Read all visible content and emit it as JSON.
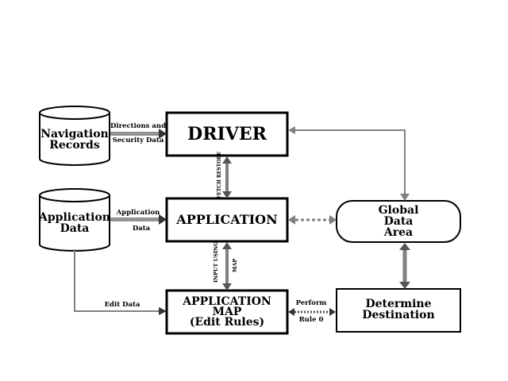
{
  "stores": {
    "navigation": [
      "Navigation",
      "Records"
    ],
    "application": [
      "Application",
      "Data"
    ]
  },
  "boxes": {
    "driver": "DRIVER",
    "application": "APPLICATION",
    "app_map": [
      "APPLICATION",
      "MAP",
      "(Edit  Rules)"
    ],
    "global": [
      "Global",
      "Data",
      "Area"
    ],
    "determine": [
      "Determine",
      "Destination"
    ]
  },
  "flows": {
    "directions": [
      "Directions and",
      "Security Data"
    ],
    "app_data": [
      "Application",
      "Data"
    ],
    "edit_data": "Edit Data",
    "fetch_restore": "FETCH RESTORE",
    "input_using": "INPUT USING",
    "map": "MAP",
    "perform": [
      "Perform",
      "Rule 0"
    ]
  },
  "colors": {
    "line": "#000000",
    "arrow": "#808080",
    "arrow_dark": "#555555"
  }
}
